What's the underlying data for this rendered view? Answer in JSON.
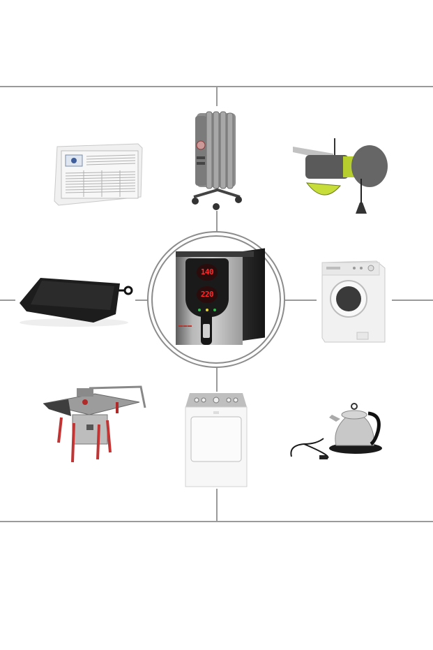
{
  "layout": {
    "grid_color": "#9a9a9a",
    "ring_color": "#8c8c8c",
    "background": "#ffffff"
  },
  "center_device": {
    "name": "voltage-stabilizer",
    "display_top": "140",
    "display_bottom": "220",
    "display_color": "#ff2b2b",
    "indicator_leds": [
      "green",
      "yellow",
      "green"
    ],
    "brand_color": "#c42a20"
  },
  "appliances": [
    {
      "id": "air-conditioner",
      "position": "top-left"
    },
    {
      "id": "oil-radiator-heater",
      "position": "top-center"
    },
    {
      "id": "garage-door-opener",
      "position": "top-right"
    },
    {
      "id": "electric-griddle",
      "position": "middle-left"
    },
    {
      "id": "washing-machine",
      "position": "middle-right"
    },
    {
      "id": "table-saw",
      "position": "bottom-left"
    },
    {
      "id": "clothes-dryer",
      "position": "bottom-center"
    },
    {
      "id": "electric-kettle",
      "position": "bottom-right"
    }
  ]
}
